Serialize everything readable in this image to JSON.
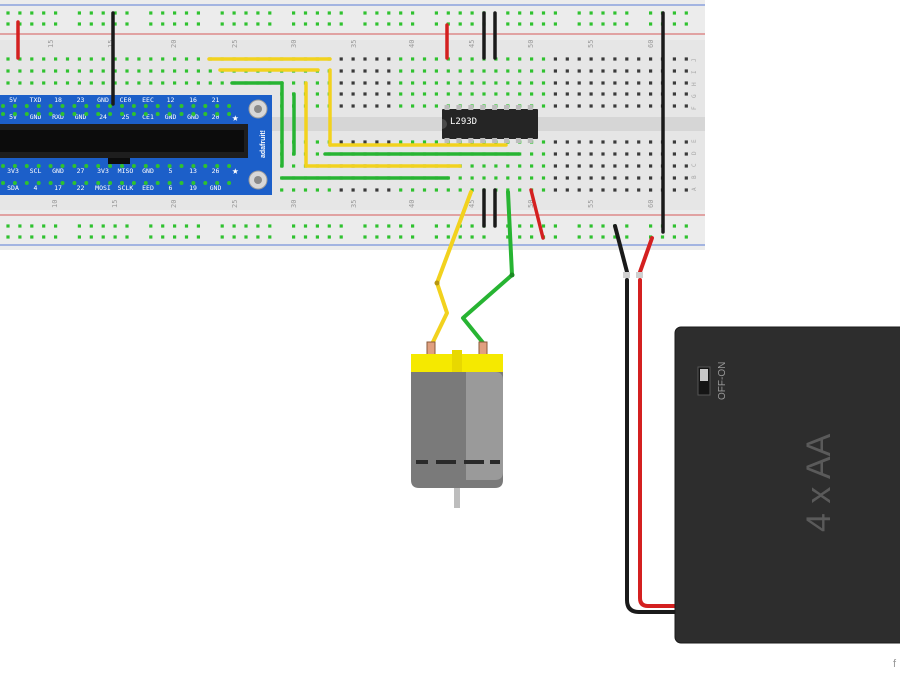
{
  "breadboard": {
    "column_numbers_top": [
      "25",
      "30",
      "35",
      "40",
      "45",
      "50",
      "55",
      "60",
      "15",
      "20"
    ],
    "column_numbers_bottom": [
      "10",
      "15",
      "20",
      "25",
      "30",
      "35",
      "40",
      "45",
      "50",
      "55",
      "60"
    ],
    "row_letters_right_top": [
      "J",
      "I",
      "H",
      "G",
      "F"
    ],
    "row_letters_right_bottom": [
      "E",
      "D",
      "C",
      "B",
      "A"
    ]
  },
  "cobbler": {
    "brand": "adafruit!",
    "top_row1": [
      "5V",
      "TXD",
      "18",
      "23",
      "GND",
      "CE0",
      "EEC",
      "12",
      "16",
      "21"
    ],
    "top_row2": [
      "5V",
      "GND",
      "RXD",
      "GND",
      "24",
      "25",
      "CE1",
      "GND",
      "GND",
      "20"
    ],
    "bottom_row1": [
      "3V3",
      "SCL",
      "GND",
      "27",
      "3V3",
      "MISO",
      "GND",
      "5",
      "13",
      "26"
    ],
    "bottom_row2": [
      "SDA",
      "4",
      "17",
      "22",
      "MOSI",
      "SCLK",
      "EED",
      "6",
      "19",
      "GND"
    ]
  },
  "chip": {
    "label": "L293D"
  },
  "battery": {
    "label": "4 x AA",
    "switch_label": "OFF-ON"
  },
  "footer": {
    "fragment": "f"
  },
  "colors": {
    "wire_yellow": "#f2d21e",
    "wire_green": "#27b432",
    "wire_red": "#d42020",
    "wire_black": "#1a1a1a",
    "cobbler_blue": "#1c5fc9",
    "breadboard": "#e4e4e4",
    "hole_green": "#33cc33",
    "motor_yellow": "#f5e900",
    "battery_body": "#2d2d2d"
  }
}
